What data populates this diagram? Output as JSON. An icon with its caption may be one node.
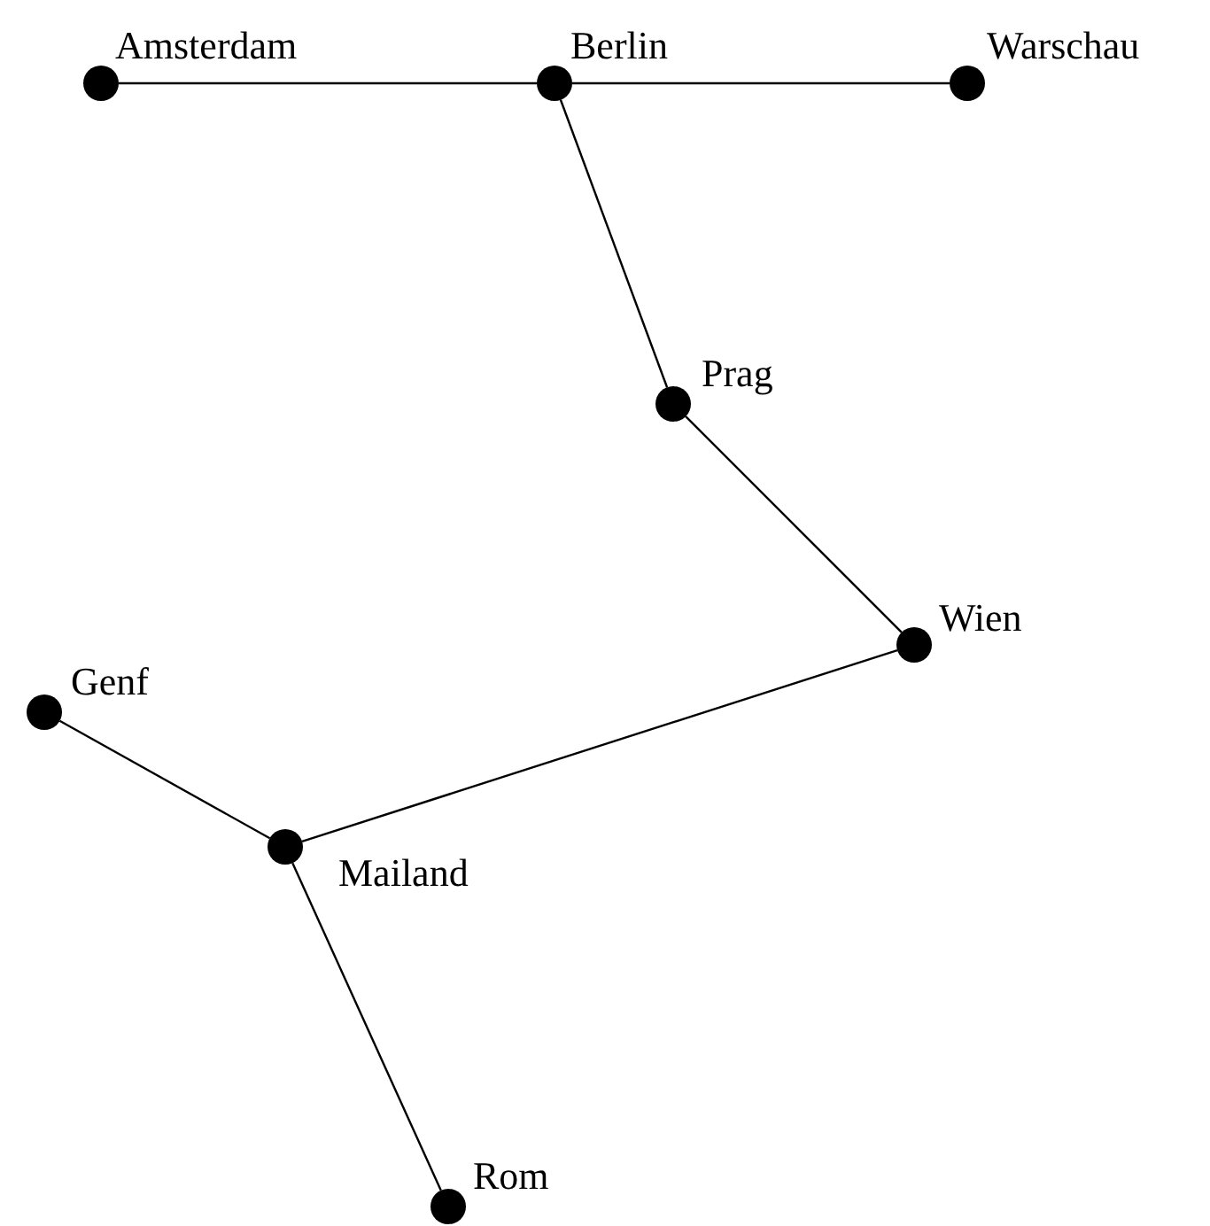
{
  "diagram": {
    "nodes": [
      {
        "text": [],
        "shape": "circle",
        "beside": [
          "Amsterdam"
        ]
      },
      {
        "text": [],
        "shape": "circle",
        "beside": [
          "Berlin"
        ]
      },
      {
        "text": [],
        "shape": "circle",
        "beside": [
          "Warschau"
        ]
      },
      {
        "text": [],
        "shape": "circle",
        "beside": [
          "Prag"
        ]
      },
      {
        "text": [],
        "shape": "circle",
        "beside": [
          "Wien"
        ]
      },
      {
        "text": [],
        "shape": "circle",
        "beside": [
          "Genf"
        ]
      },
      {
        "text": [],
        "shape": "circle",
        "beside": [
          "Mailand"
        ]
      },
      {
        "text": [],
        "shape": "circle",
        "beside": [
          "Rom"
        ]
      }
    ],
    "edges": [
      {
        "from": 0,
        "to": 1,
        "arrow": "none"
      },
      {
        "from": 1,
        "to": 2,
        "arrow": "none"
      },
      {
        "from": 1,
        "to": 3,
        "arrow": "none"
      },
      {
        "from": 3,
        "to": 4,
        "arrow": "none"
      },
      {
        "from": 4,
        "to": 6,
        "arrow": "none"
      },
      {
        "from": 5,
        "to": 6,
        "arrow": "none"
      },
      {
        "from": 6,
        "to": 7,
        "arrow": "none"
      }
    ]
  }
}
